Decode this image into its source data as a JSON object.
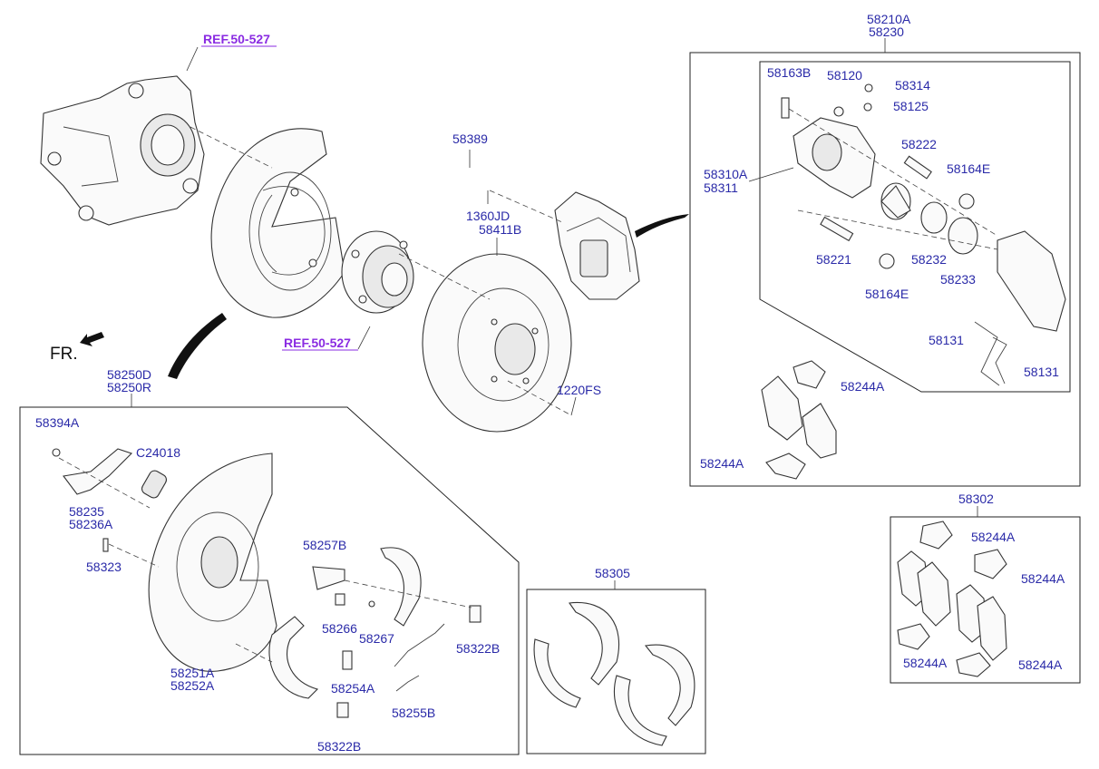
{
  "orientation": "FR.",
  "refs": [
    "REF.50-527",
    "REF.50-527"
  ],
  "labels": {
    "l58210A": "58210A",
    "l58230": "58230",
    "l58163B": "58163B",
    "l58120": "58120",
    "l58314": "58314",
    "l58125": "58125",
    "l58222": "58222",
    "l58310A": "58310A",
    "l58311": "58311",
    "l58164E_top": "58164E",
    "l58221": "58221",
    "l58232": "58232",
    "l58233": "58233",
    "l58164E_bot": "58164E",
    "l58131_a": "58131",
    "l58131_b": "58131",
    "l58244A_1": "58244A",
    "l58244A_2": "58244A",
    "l58389": "58389",
    "l1360JD": "1360JD",
    "l58411B": "58411B",
    "l1220FS": "1220FS",
    "l58250D": "58250D",
    "l58250R": "58250R",
    "l58394A": "58394A",
    "lC24018": "C24018",
    "l58235": "58235",
    "l58236A": "58236A",
    "l58323": "58323",
    "l58257B": "58257B",
    "l58266": "58266",
    "l58267": "58267",
    "l58322B_a": "58322B",
    "l58251A": "58251A",
    "l58252A": "58252A",
    "l58254A": "58254A",
    "l58255B": "58255B",
    "l58322B_b": "58322B",
    "l58305": "58305",
    "l58302": "58302",
    "l58244A_3": "58244A",
    "l58244A_4": "58244A",
    "l58244A_5": "58244A",
    "l58244A_6": "58244A"
  }
}
